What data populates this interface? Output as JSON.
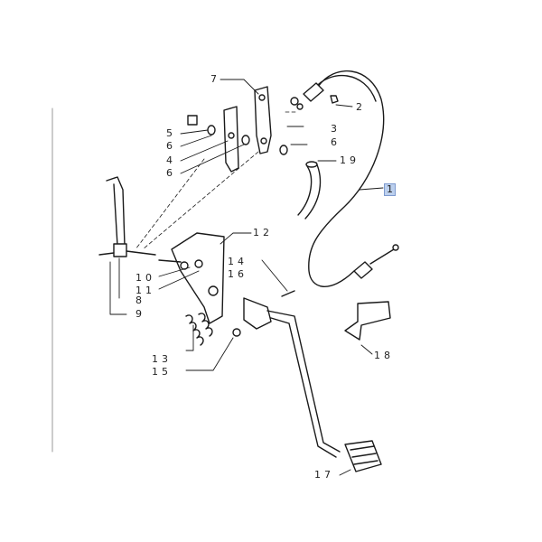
{
  "diagram": {
    "highlight_color": "#bcd0ee",
    "callouts": [
      {
        "id": "c7",
        "text": "7"
      },
      {
        "id": "c2",
        "text": "2"
      },
      {
        "id": "c5",
        "text": "5"
      },
      {
        "id": "c6a",
        "text": "6"
      },
      {
        "id": "c3",
        "text": "3"
      },
      {
        "id": "c6b",
        "text": "6"
      },
      {
        "id": "c4",
        "text": "4"
      },
      {
        "id": "c19",
        "text": "19"
      },
      {
        "id": "c6c",
        "text": "6"
      },
      {
        "id": "c1",
        "text": "1"
      },
      {
        "id": "c12",
        "text": "12"
      },
      {
        "id": "c14",
        "text": "14"
      },
      {
        "id": "c16",
        "text": "16"
      },
      {
        "id": "c10",
        "text": "10"
      },
      {
        "id": "c11",
        "text": "11"
      },
      {
        "id": "c8",
        "text": "8"
      },
      {
        "id": "c9",
        "text": "9"
      },
      {
        "id": "c18",
        "text": "18"
      },
      {
        "id": "c13",
        "text": "13"
      },
      {
        "id": "c15",
        "text": "15"
      },
      {
        "id": "c17",
        "text": "17"
      }
    ]
  }
}
